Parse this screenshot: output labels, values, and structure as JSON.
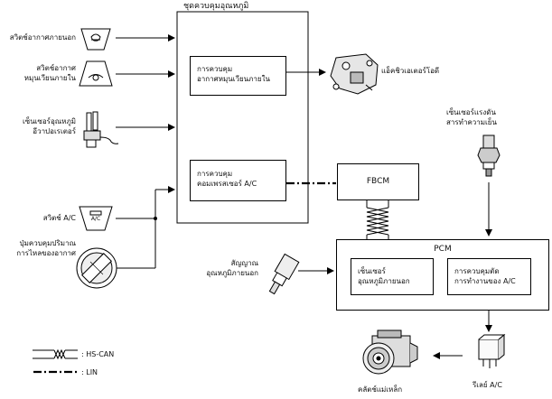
{
  "diagram": {
    "unit_title": "ชุดควบคุมอุณหภูมิ",
    "inputs": {
      "ambient_switch": "สวิตช์อากาศภายนอก",
      "recirc_switch_l1": "สวิตช์อากาศ",
      "recirc_switch_l2": "หมุนเวียนภายใน",
      "evap_sensor_l1": "เซ็นเซอร์อุณหภูมิ",
      "evap_sensor_l2": "อีวาปอเรเตอร์",
      "ac_switch": "สวิตช์ A/C",
      "airflow_knob_l1": "ปุ่มควบคุมปริมาณ",
      "airflow_knob_l2": "การไหลของอากาศ"
    },
    "control_boxes": {
      "recirc_control_l1": "การควบคุม",
      "recirc_control_l2": "อากาศหมุนเวียนภายใน",
      "compressor_control_l1": "การควบคุม",
      "compressor_control_l2": "คอมเพรสเซอร์ A/C"
    },
    "actuator": "แอ็คชิวเอเตอร์โอดี",
    "pressure_sensor_l1": "เซ็นเซอร์แรงดัน",
    "pressure_sensor_l2": "สารทำความเย็น",
    "fbcm": "FBCM",
    "pcm": {
      "title": "PCM",
      "ambient_sensor_l1": "เซ็นเซอร์",
      "ambient_sensor_l2": "อุณหภูมิภายนอก",
      "cutoff_control_l1": "การควบคุมตัด",
      "cutoff_control_l2": "การทำงานของ A/C"
    },
    "ambient_signal_l1": "สัญญาณ",
    "ambient_signal_l2": "อุณหภูมิภายนอก",
    "relay": "รีเลย์ A/C",
    "clutch": "คลัตช์แม่เหล็ก",
    "legend": {
      "hs_can": ": HS-CAN",
      "lin": ": LIN"
    },
    "button_text": {
      "ac_button": "A/C"
    }
  }
}
